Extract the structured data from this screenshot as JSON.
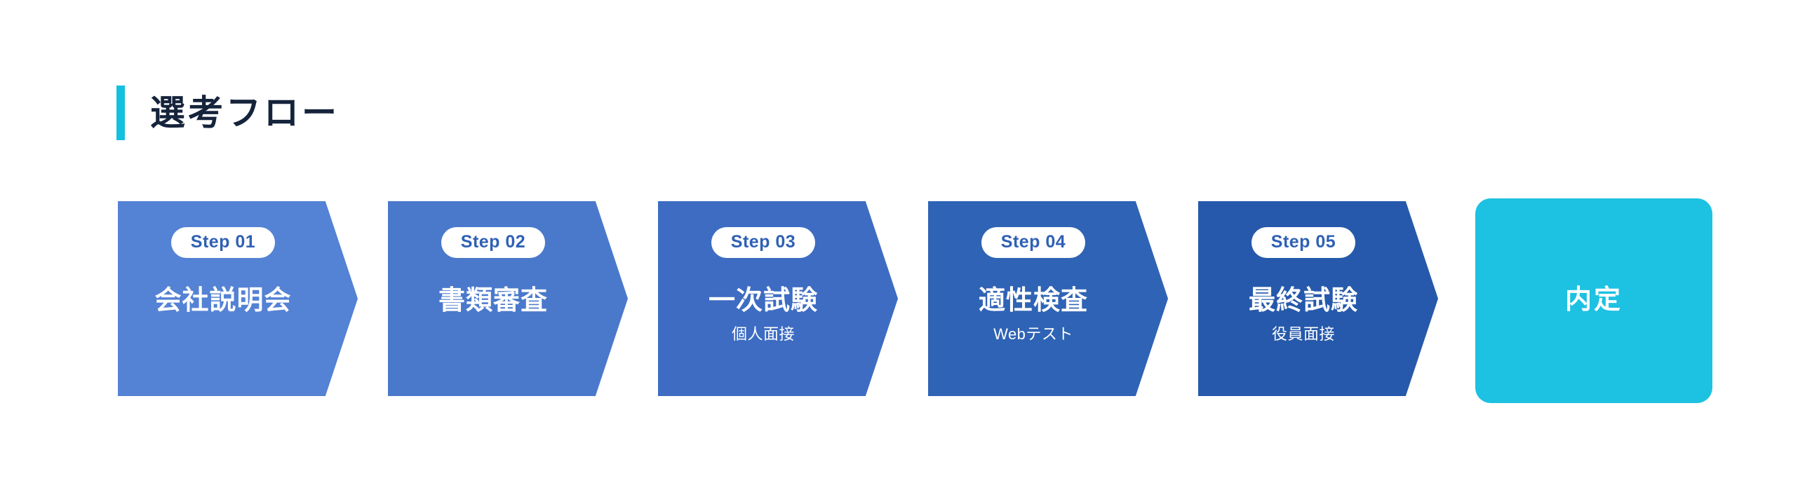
{
  "page": {
    "background": "#ffffff"
  },
  "header": {
    "title": "選考フロー",
    "accent_color": "#14c0e0",
    "title_color": "#15233b"
  },
  "flow": {
    "steps": [
      {
        "badge": "Step 01",
        "title": "会社説明会",
        "subtitle": "",
        "color": "#5482d4",
        "badge_text_color": "#2f60b4"
      },
      {
        "badge": "Step 02",
        "title": "書類審査",
        "subtitle": "",
        "color": "#4a79cc",
        "badge_text_color": "#2f60b4"
      },
      {
        "badge": "Step 03",
        "title": "一次試験",
        "subtitle": "個人面接",
        "color": "#3d6cc2",
        "badge_text_color": "#2f60b4"
      },
      {
        "badge": "Step 04",
        "title": "適性検査",
        "subtitle": "Webテスト",
        "color": "#2f63b5",
        "badge_text_color": "#2f60b4"
      },
      {
        "badge": "Step 05",
        "title": "最終試験",
        "subtitle": "役員面接",
        "color": "#2659ab",
        "badge_text_color": "#2f60b4"
      }
    ],
    "final": {
      "label": "内定",
      "color": "#1dc1e2",
      "text_color": "#ffffff"
    }
  }
}
